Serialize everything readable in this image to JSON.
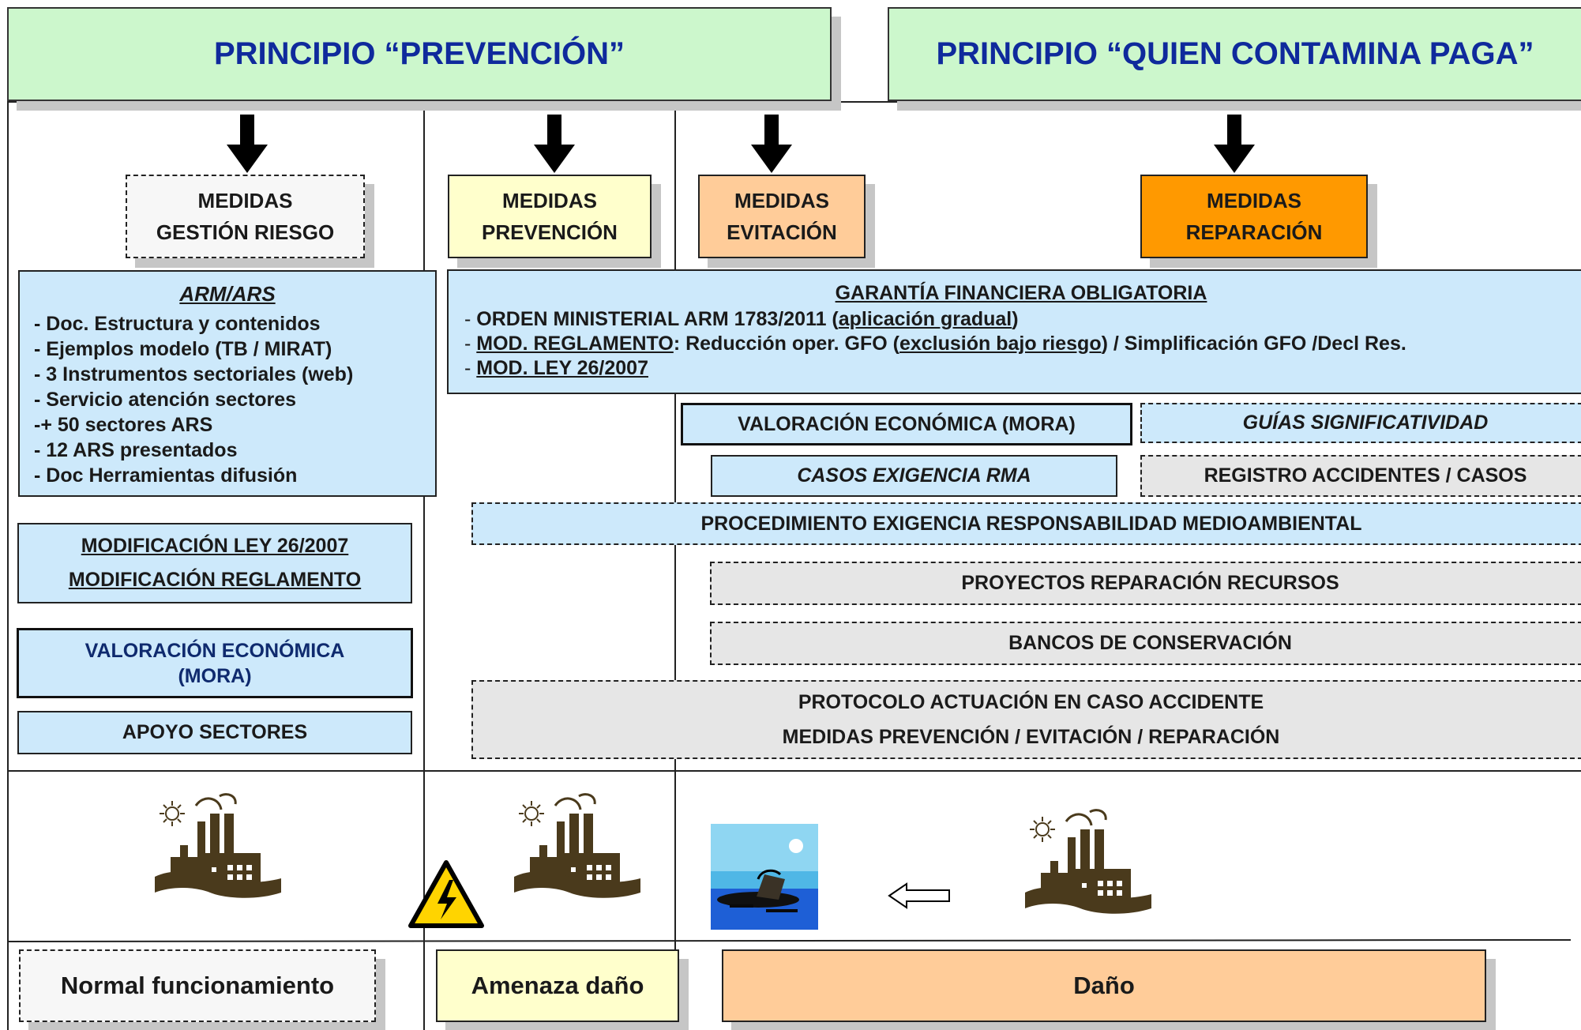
{
  "headers": {
    "prevencion": "PRINCIPIO “PREVENCIÓN”",
    "quien_contamina": "PRINCIPIO “QUIEN CONTAMINA PAGA”"
  },
  "medidas": {
    "gestion_riesgo": [
      "MEDIDAS",
      "GESTIÓN RIESGO"
    ],
    "prevencion": [
      "MEDIDAS",
      "PREVENCIÓN"
    ],
    "evitacion": [
      "MEDIDAS",
      "EVITACIÓN"
    ],
    "reparacion": [
      "MEDIDAS",
      "REPARACIÓN"
    ]
  },
  "arm_ars": {
    "title": "ARM/ARS",
    "items": [
      "- Doc. Estructura y contenidos",
      "- Ejemplos modelo (TB / MIRAT)",
      "- 3 Instrumentos sectoriales  (web)",
      "- Servicio atención sectores",
      "-+ 50 sectores ARS",
      "- 12 ARS presentados",
      "- Doc Herramientas difusión"
    ]
  },
  "modificacion": {
    "ley": "MODIFICACIÓN LEY 26/2007",
    "reglamento": "MODIFICACIÓN REGLAMENTO"
  },
  "valoracion_left": [
    "VALORACIÓN ECONÓMICA",
    "(MORA)"
  ],
  "apoyo": "APOYO SECTORES",
  "garantia": {
    "title": "GARANTÍA FINANCIERA OBLIGATORIA",
    "line1": {
      "dash": "- ",
      "text": "ORDEN MINISTERIAL ARM 1783/2011 (",
      "link": "aplicación gradual",
      "end": ")"
    },
    "line2": {
      "dash": "- ",
      "link1": "MOD. REGLAMENTO",
      "text1": ": Reducción oper. GFO (",
      "link2": "exclusión bajo riesgo",
      "text2": ") / Simplificación GFO /Decl Res."
    },
    "line3": {
      "dash": "- ",
      "link": "MOD. LEY 26/2007"
    }
  },
  "valoracion_mora": "VALORACIÓN ECONÓMICA (MORA)",
  "guias": "GUÍAS SIGNIFICATIVIDAD",
  "casos_rma": "CASOS EXIGENCIA RMA",
  "registro": "REGISTRO ACCIDENTES / CASOS",
  "procedimiento": "PROCEDIMIENTO EXIGENCIA RESPONSABILIDAD MEDIOAMBIENTAL",
  "proyectos": "PROYECTOS REPARACIÓN RECURSOS",
  "bancos": "BANCOS DE CONSERVACIÓN",
  "protocolo": {
    "line1": "PROTOCOLO ACTUACIÓN EN CASO ACCIDENTE",
    "line2": "MEDIDAS PREVENCIÓN / EVITACIÓN / REPARACIÓN"
  },
  "bottom": {
    "normal": "Normal funcionamiento",
    "amenaza": "Amenaza daño",
    "dano": "Daño"
  },
  "colors": {
    "header_bg": "#ccf7cc",
    "header_text": "#0f2a9c",
    "blue_box": "#cde9fb",
    "yellow": "#ffffcc",
    "peach": "#ffcc99",
    "orange": "#ff9900",
    "grey_box": "#e6e6e6"
  },
  "icons": [
    "factory-icon",
    "high-voltage-icon",
    "oil-spill-icon",
    "left-arrow-icon",
    "down-arrow-icon"
  ]
}
